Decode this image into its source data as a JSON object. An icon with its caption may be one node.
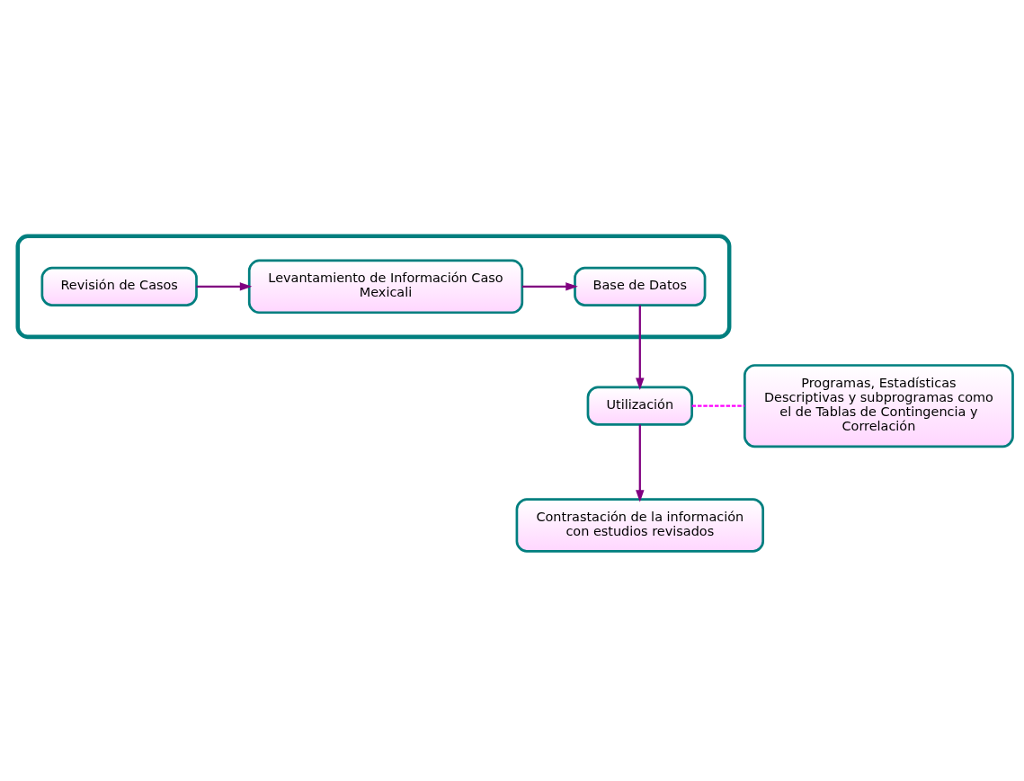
{
  "diagram": {
    "nodes": [
      {
        "text": [],
        "shape": "box"
      },
      {
        "text": [
          "Revisión de Casos"
        ],
        "in": 0
      },
      {
        "text": [
          "Levantamiento de Información Caso Mexicali"
        ],
        "in": 0
      },
      {
        "text": [
          "Base de Datos"
        ],
        "in": 0
      },
      {
        "text": [
          "Utilización"
        ]
      },
      {
        "text": [
          "Programas, Estadísticas Descriptivas y subprogramas como el de Tablas de Contingencia y Correlación"
        ]
      },
      {
        "text": [
          "Contrastación de la información con estudios revisados"
        ]
      }
    ],
    "edges": [
      {
        "from": 1,
        "to": 2,
        "arrow": "to"
      },
      {
        "from": 2,
        "to": 3,
        "arrow": "to"
      },
      {
        "from": 3,
        "to": 4,
        "arrow": "to"
      },
      {
        "from": 4,
        "to": 5,
        "arrow": "none",
        "style": "dashed",
        "color": "#ff00ff"
      },
      {
        "from": 4,
        "to": 6,
        "arrow": "to"
      }
    ]
  }
}
